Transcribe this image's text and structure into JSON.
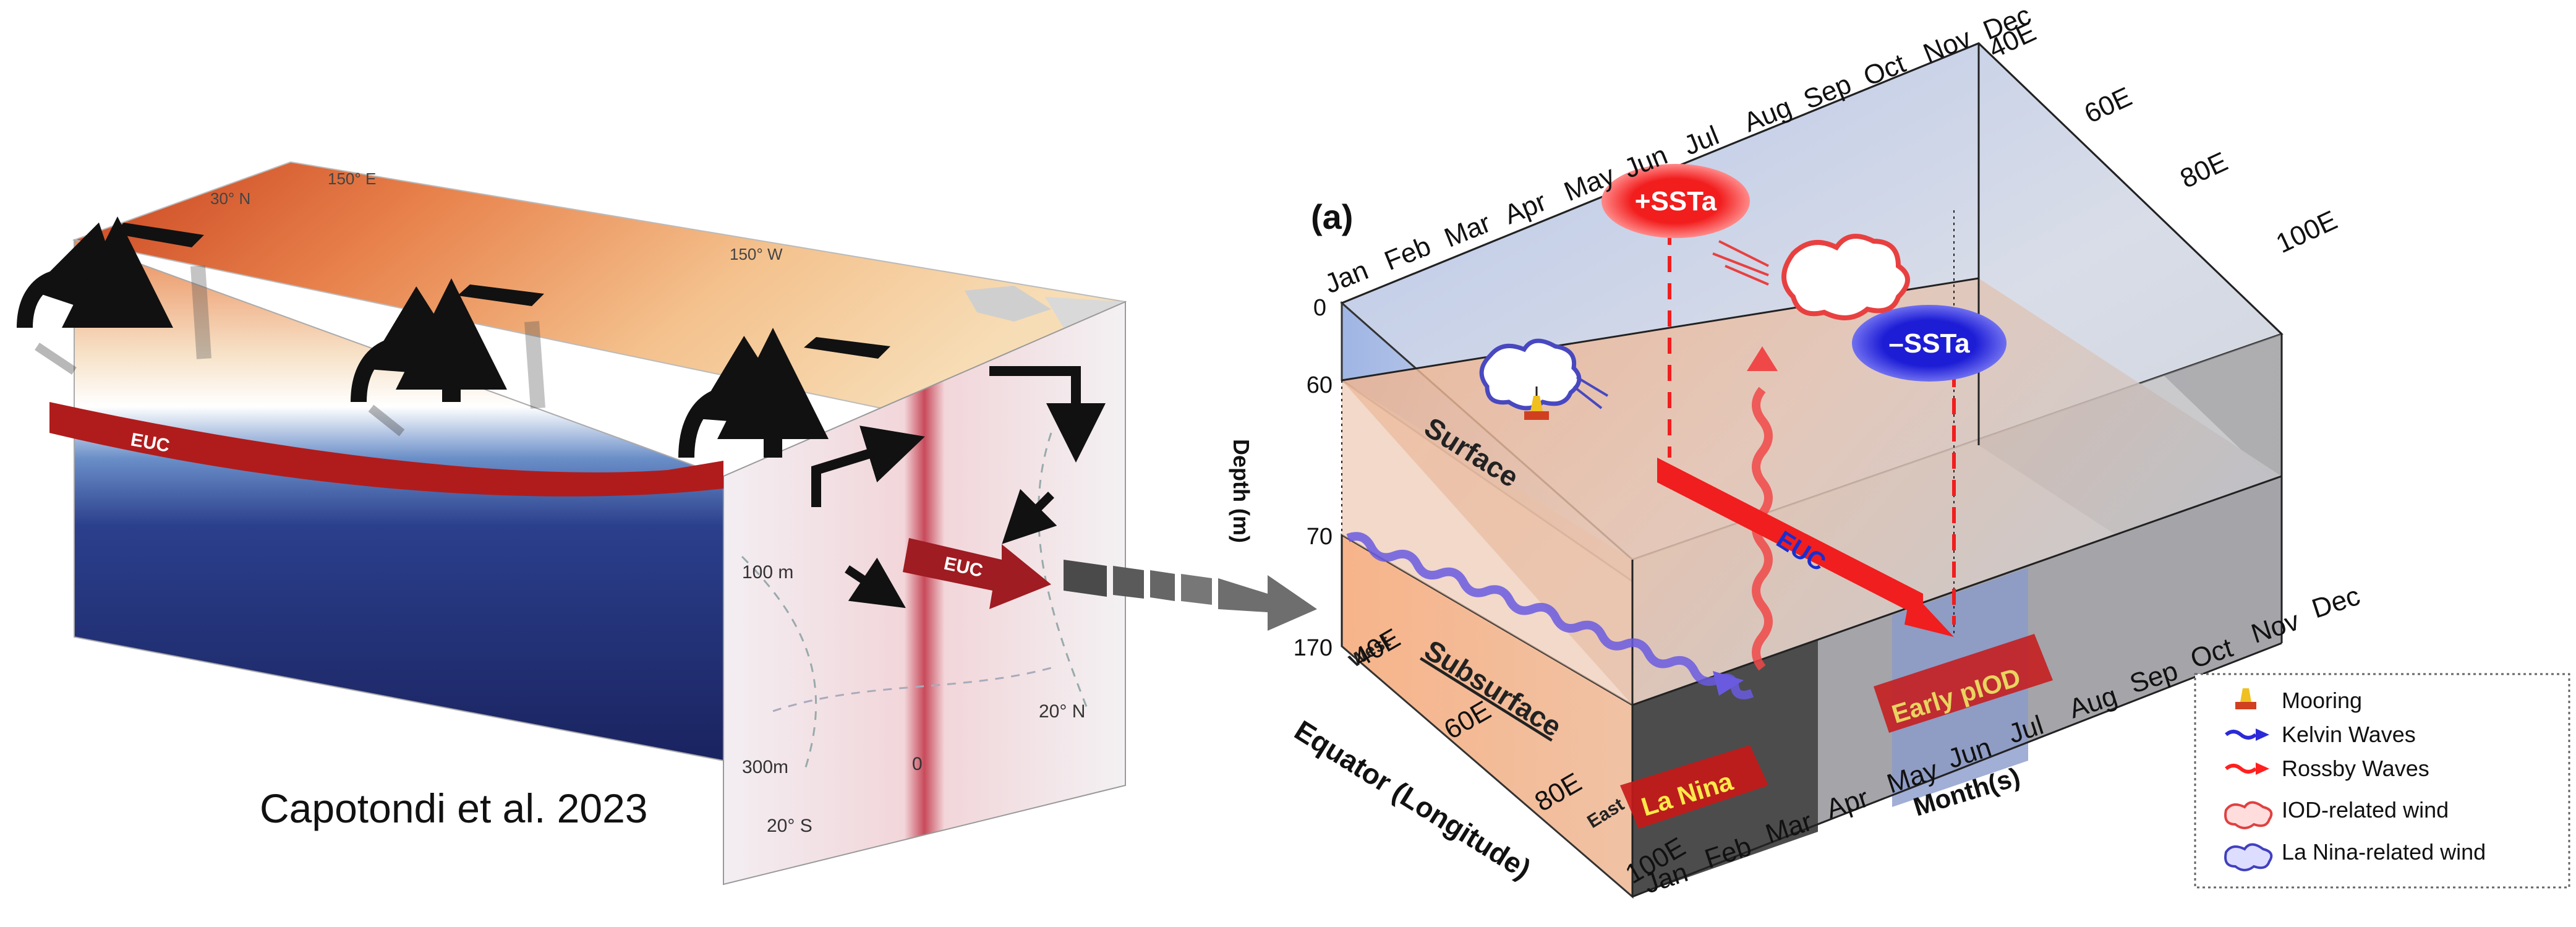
{
  "citation": "Capotondi et al. 2023",
  "left_panel": {
    "lat_label_north": "30° N",
    "lon_label_1": "150° E",
    "lon_label_2": "150° W",
    "euc_label_main": "EUC",
    "euc_label_arrow": "EUC",
    "depth_100": "100 m",
    "depth_300": "300m",
    "lat_20s": "20° S",
    "lat_0": "0",
    "lat_20n": "20° N"
  },
  "right_panel": {
    "panel_label": "(a)",
    "months_top": [
      "Jan",
      "Feb",
      "Mar",
      "Apr",
      "May",
      "Jun",
      "Jul",
      "Aug",
      "Sep",
      "Oct",
      "Nov",
      "Dec"
    ],
    "lon_right": [
      "40E",
      "60E",
      "80E",
      "100E"
    ],
    "depth_ticks": [
      "0",
      "60",
      "70",
      "170"
    ],
    "depth_axis_label": "Depth (m)",
    "surface_label": "Surface",
    "subsurface_label": "Subsurface",
    "west_label": "West",
    "east_label": "East",
    "lon_bottom": [
      "40E",
      "60E",
      "80E",
      "100E"
    ],
    "equator_label": "Equator (Longitude)",
    "months_bottom": [
      "Jan",
      "Feb",
      "Mar",
      "Apr",
      "May",
      "Jun",
      "Jul",
      "Aug",
      "Sep",
      "Oct",
      "Nov",
      "Dec"
    ],
    "month_axis_label": "Month(s)",
    "pos_sst": "+SSTa",
    "neg_sst": "–SSTa",
    "euc_label": "EUC",
    "la_nina": "La Nina",
    "early_piod": "Early pIOD"
  },
  "legend": {
    "items": [
      {
        "icon": "mooring-icon",
        "label": "Mooring"
      },
      {
        "icon": "kelvin-wave-arrow",
        "label": "Kelvin Waves",
        "color": "#2a2ad8"
      },
      {
        "icon": "rossby-wave-arrow",
        "label": "Rossby Waves",
        "color": "#ff2020"
      },
      {
        "icon": "iod-wind-cloud",
        "label": "IOD-related wind",
        "color": "#e04040"
      },
      {
        "icon": "lanina-wind-cloud",
        "label": "La Nina-related wind",
        "color": "#4040c0"
      }
    ]
  },
  "colors": {
    "warm": "#e8703a",
    "cold": "#1a2a6a",
    "euc": "#b01c1c",
    "pos_sst": "#f02020",
    "neg_sst": "#2020d0",
    "subsurface": "#f5b48a",
    "surface": "#a9bde6"
  }
}
